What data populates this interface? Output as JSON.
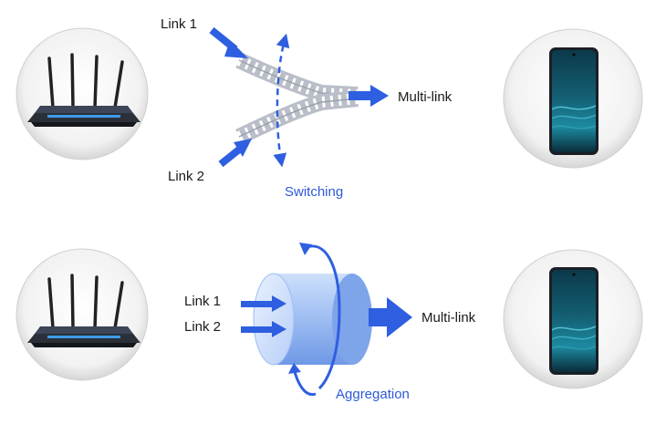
{
  "top": {
    "link1": "Link 1",
    "link2": "Link 2",
    "output": "Multi-link",
    "mode": "Switching"
  },
  "bottom": {
    "link1": "Link 1",
    "link2": "Link 2",
    "output": "Multi-link",
    "mode": "Aggregation"
  },
  "colors": {
    "arrow_blue": "#2e5fe0",
    "mode_label_blue": "#2e59d9",
    "circle_gray": "#dcdcdc",
    "track_gray": "#b9bec8"
  }
}
